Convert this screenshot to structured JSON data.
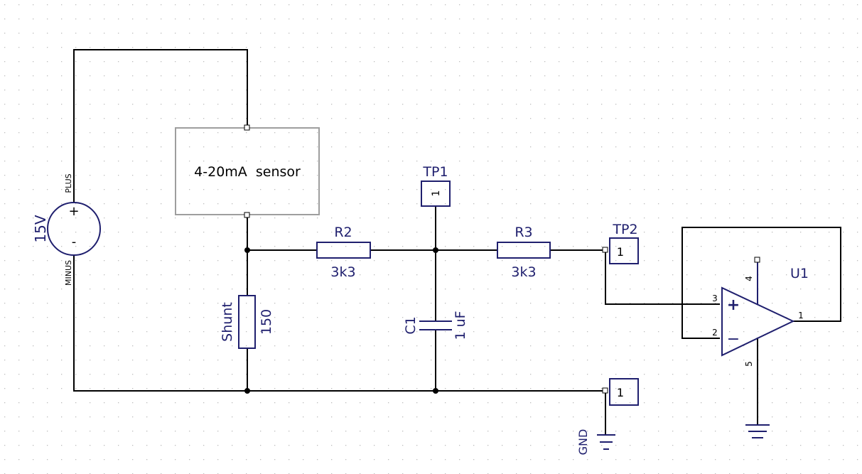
{
  "schematic": {
    "colors": {
      "wire": "#000000",
      "component": "#1f1f6e",
      "sensor_box": "#9e9e9e",
      "grid_dot": "#bdbdbd"
    },
    "source": {
      "value": "15V",
      "plus_pin": "PLUS",
      "minus_pin": "MINUS",
      "plus_sign": "+",
      "minus_sign": "-"
    },
    "sensor": {
      "label": "4-20mA  sensor"
    },
    "shunt": {
      "ref": "Shunt",
      "value": "150"
    },
    "r2": {
      "ref": "R2",
      "value": "3k3"
    },
    "r3": {
      "ref": "R3",
      "value": "3k3"
    },
    "c1": {
      "ref": "C1",
      "value": "1 uF"
    },
    "tp1": {
      "ref": "TP1",
      "pin": "1"
    },
    "tp2": {
      "ref": "TP2",
      "pin": "1"
    },
    "tp3": {
      "pin": "1"
    },
    "gnd": {
      "label": "GND"
    },
    "opamp": {
      "ref": "U1",
      "pin_in_plus": "3",
      "pin_in_minus": "2",
      "pin_out": "1",
      "pin_vplus": "4",
      "pin_vminus": "5",
      "sign_plus": "+",
      "sign_minus": "−"
    }
  }
}
